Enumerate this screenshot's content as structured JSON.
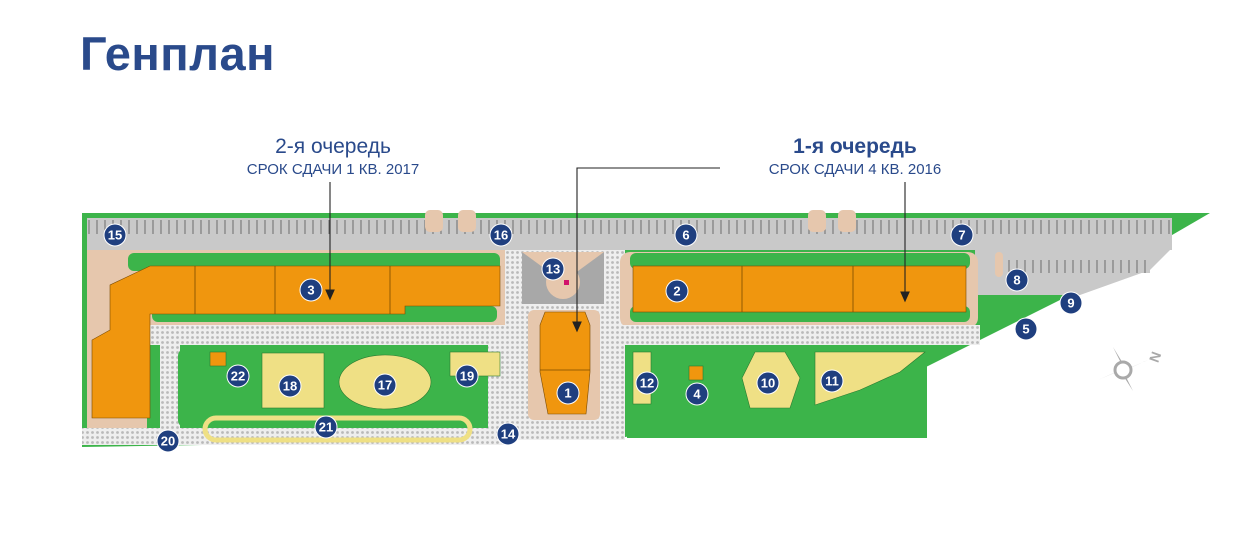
{
  "title": "Генплан",
  "phases": [
    {
      "name": "2-я очередь",
      "due": "СРОК СДАЧИ 1 КВ. 2017"
    },
    {
      "name": "1-я очередь",
      "due": "СРОК СДАЧИ 4 КВ. 2016"
    }
  ],
  "compass": {
    "label": "N"
  },
  "markers": [
    "1",
    "2",
    "3",
    "4",
    "5",
    "6",
    "7",
    "8",
    "9",
    "10",
    "11",
    "12",
    "13",
    "14",
    "15",
    "16",
    "17",
    "18",
    "19",
    "20",
    "21",
    "22"
  ],
  "colors": {
    "title": "#2a4a8b",
    "green": "#3cb44a",
    "road": "#c9c9c9",
    "building": "#f0960e",
    "yard": "#efe085",
    "paving": "#e6c7ad",
    "marker": "#1f3f7f"
  }
}
